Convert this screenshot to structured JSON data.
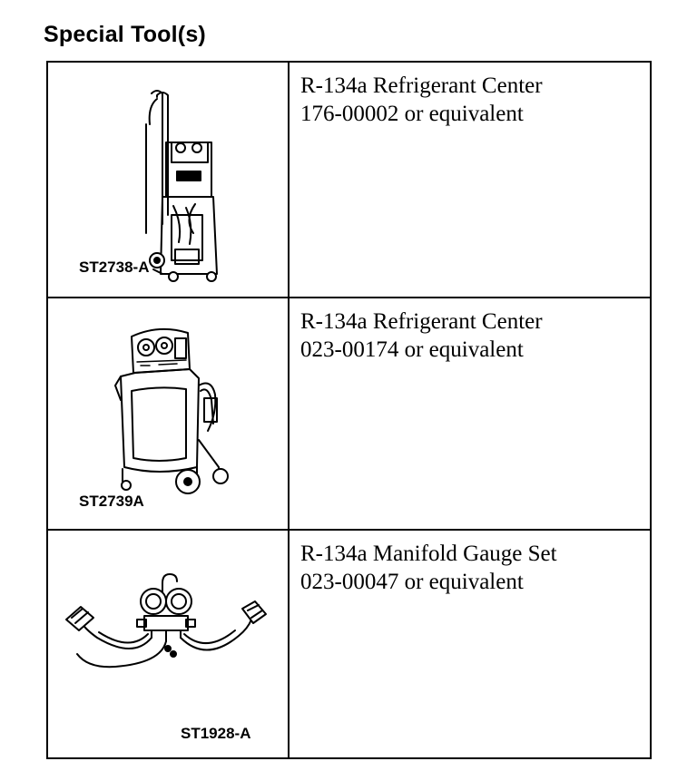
{
  "heading": "Special Tool(s)",
  "tools": [
    {
      "code": "ST2738-A",
      "name": "R-134a Refrigerant Center",
      "number": "176-00002 or equivalent",
      "icon": "refrigerant-center-cart-icon"
    },
    {
      "code": "ST2739A",
      "name": "R-134a Refrigerant Center",
      "number": "023-00174 or equivalent",
      "icon": "refrigerant-center-station-icon"
    },
    {
      "code": "ST1928-A",
      "name": "R-134a Manifold Gauge Set",
      "number": "023-00047 or equivalent",
      "icon": "manifold-gauge-set-icon"
    }
  ]
}
